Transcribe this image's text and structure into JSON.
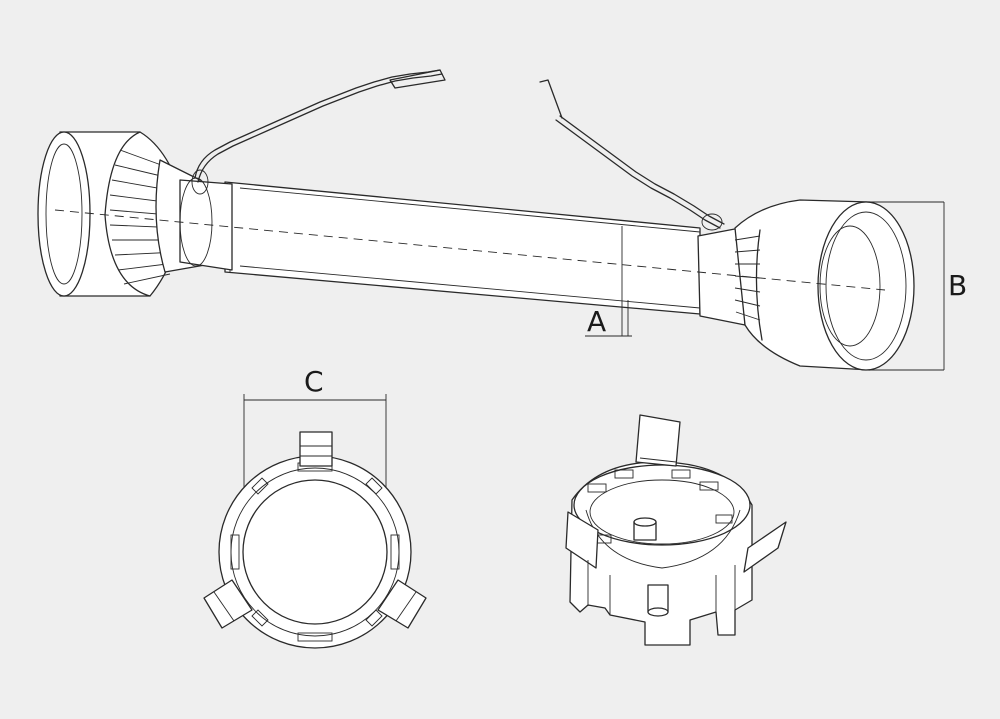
{
  "labels": {
    "a": "A",
    "b": "B",
    "c": "C"
  },
  "colors": {
    "background": "#efefef",
    "line": "#2a2a2a",
    "part_fill": "#ffffff"
  }
}
